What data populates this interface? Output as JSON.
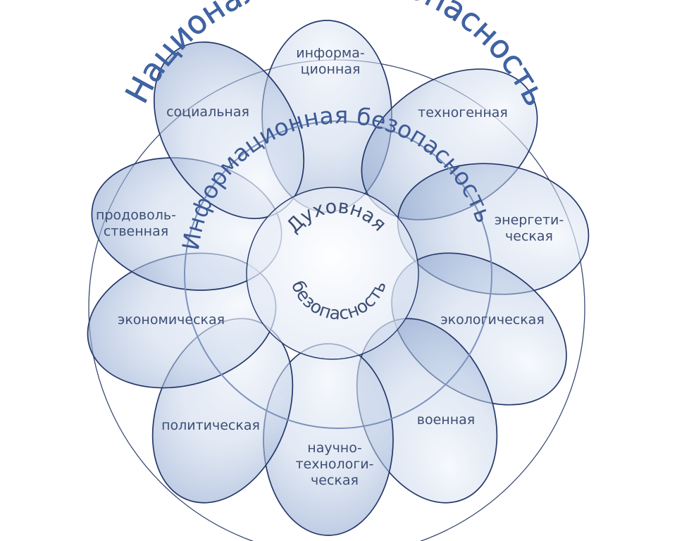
{
  "outer_title": "Национальная безопасность",
  "middle_title": "Информационная безопасность",
  "center_title": {
    "line1": "Духовная",
    "line2": "безопасность"
  },
  "petals": [
    {
      "id": "informatsionnaya",
      "lines": [
        "информа-",
        "ционная"
      ]
    },
    {
      "id": "tekhnogennaya",
      "lines": [
        "техногенная"
      ]
    },
    {
      "id": "energeticheskaya",
      "lines": [
        "энергети-",
        "ческая"
      ]
    },
    {
      "id": "ekologicheskaya",
      "lines": [
        "экологическая"
      ]
    },
    {
      "id": "voennaya",
      "lines": [
        "военная"
      ]
    },
    {
      "id": "nauchno-tekhnologicheskaya",
      "lines": [
        "научно-",
        "технологи-",
        "ческая"
      ]
    },
    {
      "id": "politicheskaya",
      "lines": [
        "политическая"
      ]
    },
    {
      "id": "ekonomicheskaya",
      "lines": [
        "экономическая"
      ]
    },
    {
      "id": "prodovolstvennaya",
      "lines": [
        "продоволь-",
        "ственная"
      ]
    },
    {
      "id": "sotsialnaya",
      "lines": [
        "социальная"
      ]
    }
  ],
  "colors": {
    "petal_stroke": "#26386a",
    "petal_fill_light": "#f4f7fc",
    "petal_fill_mid": "#c6d4ea",
    "petal_fill_dark": "#8ea6cf",
    "outer_circle": "#3a4a72",
    "middle_circle": "#7d92bd",
    "outer_title": "#3f64a8",
    "middle_title": "#3d5a95",
    "center_title": "#3d5a95",
    "label_text": "#3c4e74"
  }
}
